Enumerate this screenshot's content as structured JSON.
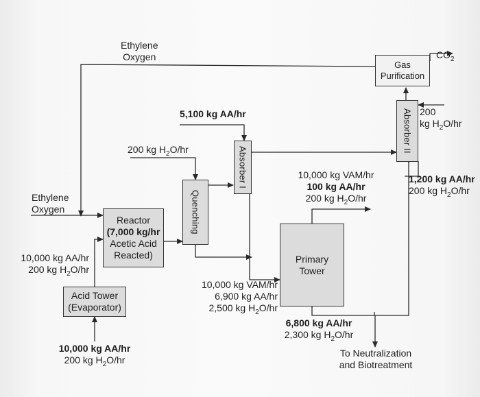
{
  "feed_top": {
    "line1": "Ethylene",
    "line2": "Oxygen"
  },
  "feed_left": {
    "line1": "Ethylene",
    "line2": "Oxygen"
  },
  "gas_purification": {
    "line1": "Gas",
    "line2": "Purification"
  },
  "co2_out": {
    "text": "CO",
    "sub": "2"
  },
  "absorber2": {
    "label": "Absorber II"
  },
  "absorber2_water_in": {
    "line1": "200",
    "line2_pre": "kg H",
    "line2_sub": "2",
    "line2_post": "O/hr"
  },
  "absorber2_bottoms": {
    "line1": "1,200 kg AA/hr",
    "line2_pre": "200 kg H",
    "line2_sub": "2",
    "line2_post": "O/hr"
  },
  "absorber1": {
    "label": "Absorber I"
  },
  "absorber1_aa_in": {
    "text": "5,100 kg AA/hr"
  },
  "quench_water_in": {
    "pre": "200 kg H",
    "sub": "2",
    "post": "O/hr"
  },
  "quenching": {
    "label": "Quenching"
  },
  "reactor": {
    "line1": "Reactor",
    "line2": "(7,000 kg/hr",
    "line3": "Acetic Acid",
    "line4": "Reacted)"
  },
  "acid_tower_vapor": {
    "line1": "10,000 kg AA/hr",
    "line2_pre": "200 kg H",
    "line2_sub": "2",
    "line2_post": "O/hr"
  },
  "acid_tower": {
    "line1": "Acid Tower",
    "line2": "(Evaporator)"
  },
  "acid_tower_feed": {
    "line1": "10,000 kg AA/hr",
    "line2_pre": "200 kg H",
    "line2_sub": "2",
    "line2_post": "O/hr"
  },
  "primary_tower": {
    "line1": "Primary",
    "line2": "Tower"
  },
  "primary_overhead": {
    "line1": "10,000 kg VAM/hr",
    "line2": "100 kg AA/hr",
    "line3_pre": "200 kg H",
    "line3_sub": "2",
    "line3_post": "O/hr"
  },
  "primary_feed": {
    "line1": "10,000 kg VAM/hr",
    "line2": "6,900 kg AA/hr",
    "line3_pre": "2,500 kg H",
    "line3_sub": "2",
    "line3_post": "O/hr"
  },
  "primary_bottoms": {
    "line1": "6,800 kg AA/hr",
    "line2_pre": "2,300 kg H",
    "line2_sub": "2",
    "line2_post": "O/hr"
  },
  "waste_out": {
    "line1": "To Neutralization",
    "line2": "and Biotreatment"
  }
}
